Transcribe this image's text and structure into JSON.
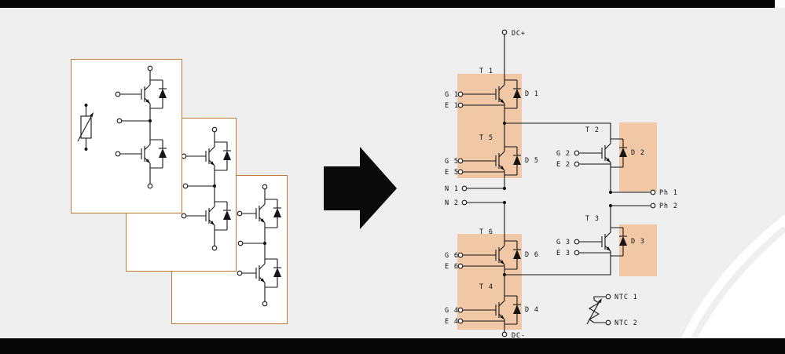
{
  "page": {
    "background": "#efefef",
    "bar_color": "#070707",
    "notch_color": "#fcfcfc"
  },
  "colors": {
    "card_border": "#c07c35",
    "wire": "#151515",
    "highlight": "#f0c8a6",
    "swoosh_white": "#ffffff",
    "swoosh_stripe": "#efefef"
  },
  "schematic": {
    "highlight_color": "#f0c8a6",
    "terminals": {
      "dc_plus": "DC+",
      "dc_minus": "DC-",
      "n1": "N 1",
      "n2": "N 2",
      "ph1": "Ph 1",
      "ph2": "Ph 2",
      "ntc1": "NTC 1",
      "ntc2": "NTC 2"
    },
    "devices": [
      {
        "t": "T 1",
        "d": "D 1",
        "g": "G 1",
        "e": "E 1"
      },
      {
        "t": "T 5",
        "d": "D 5",
        "g": "G 5",
        "e": "E 5"
      },
      {
        "t": "T 6",
        "d": "D 6",
        "g": "G 6",
        "e": "E 6"
      },
      {
        "t": "T 4",
        "d": "D 4",
        "g": "G 4",
        "e": "E 4"
      },
      {
        "t": "T 2",
        "d": "D 2",
        "g": "G 2",
        "e": "E 2"
      },
      {
        "t": "T 3",
        "d": "D 3",
        "g": "G 3",
        "e": "E 3"
      }
    ]
  }
}
